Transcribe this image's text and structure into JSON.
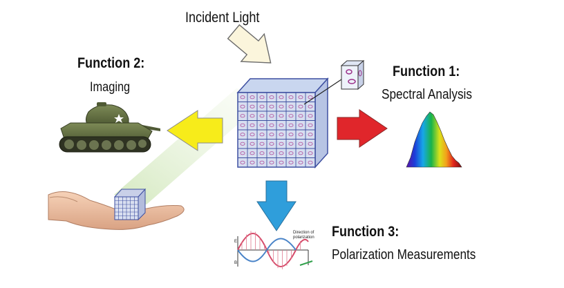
{
  "incident_light": "Incident Light",
  "function1": {
    "title": "Function 1:",
    "subtitle": "Spectral Analysis"
  },
  "function2": {
    "title": "Function 2:",
    "subtitle": "Imaging"
  },
  "function3": {
    "title": "Function 3:",
    "subtitle": "Polarization Measurements"
  },
  "polarization_note": {
    "line1": "Direction of",
    "line2": "polarization"
  },
  "wave_axes": {
    "e": "E",
    "b": "B"
  },
  "colors": {
    "incident_arrow": "#fbf5dc",
    "imaging_arrow": "#f7ec1a",
    "spectral_arrow": "#e0262b",
    "polarization_arrow": "#2f9edb",
    "cube_grid": "#3d4fa0",
    "beam": "#cfe6b8"
  },
  "icons": [
    "tank-illustration",
    "hand-illustration",
    "metamaterial-cube",
    "unit-cell-icon",
    "spectrum-icon",
    "polarization-wave-icon"
  ]
}
